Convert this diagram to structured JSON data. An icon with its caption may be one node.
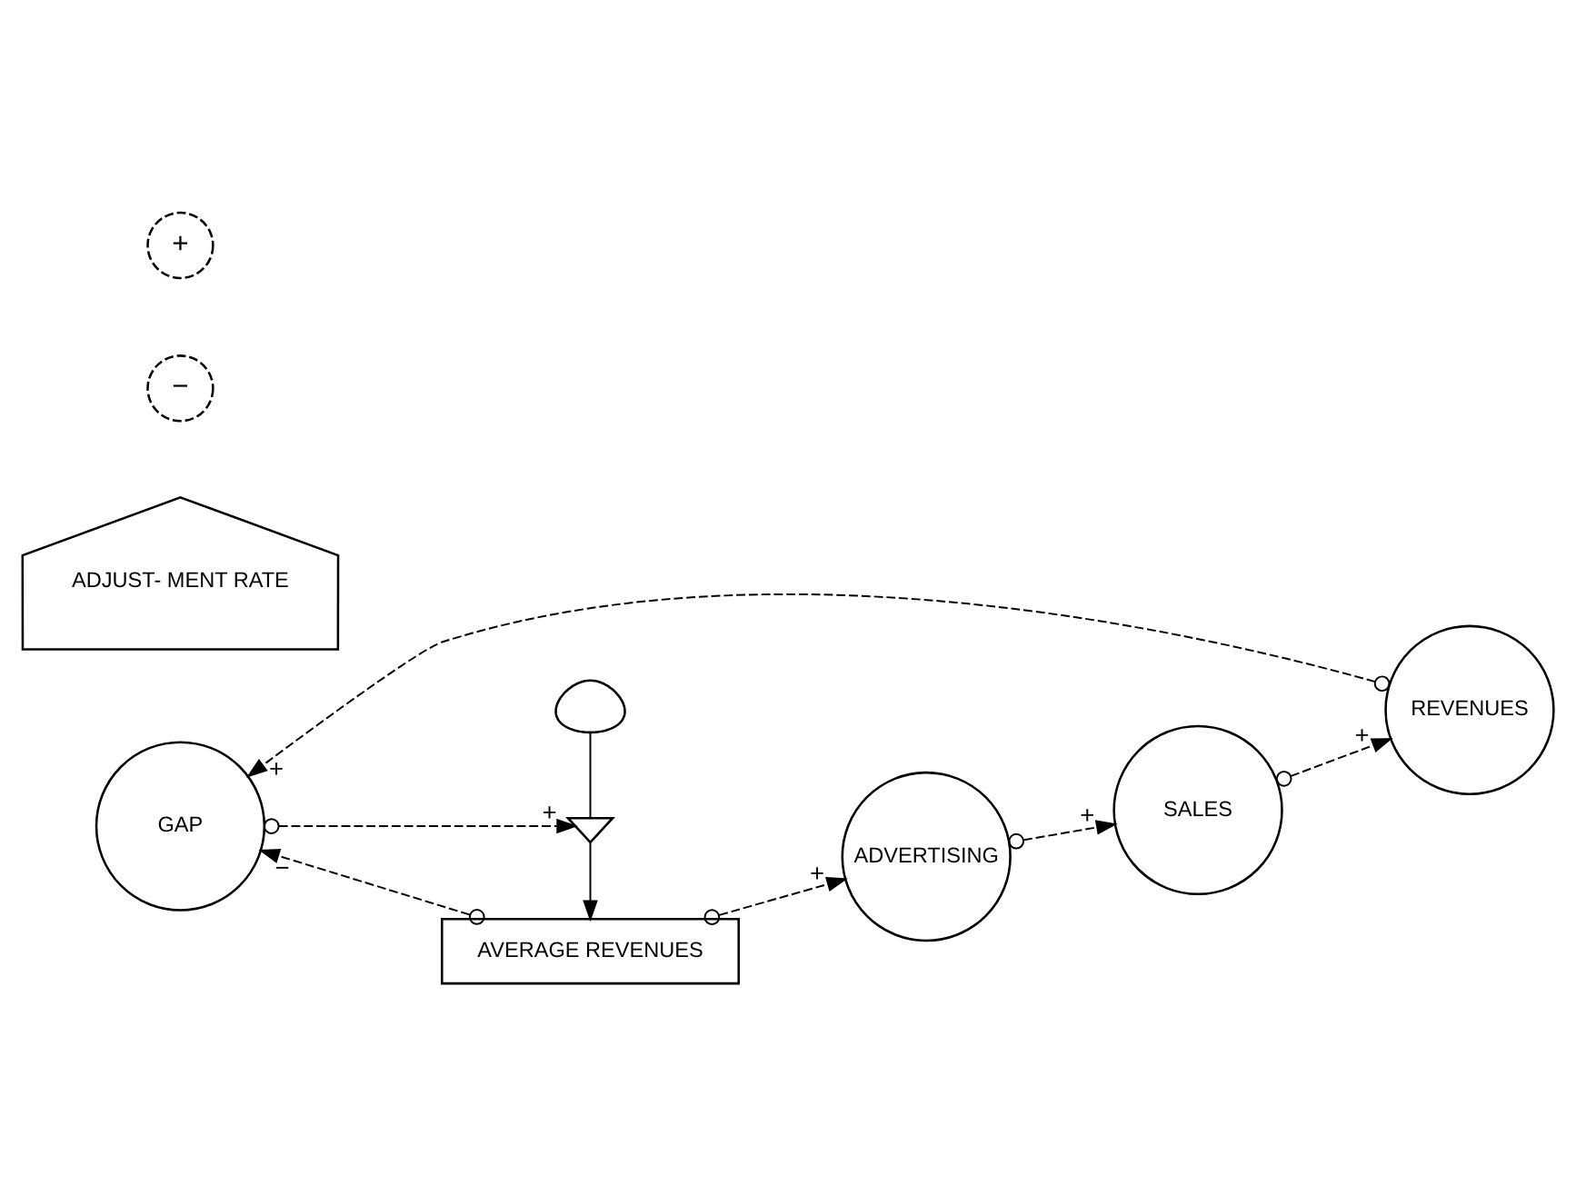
{
  "diagram": {
    "nodes": [
      {
        "text": [
          "GAP"
        ]
      },
      {
        "text": [
          "REVENUES"
        ]
      },
      {
        "text": [],
        "shape": "cloud"
      },
      {
        "text": [],
        "shape": "valve"
      },
      {
        "text": [
          "AVERAGE REVENUES"
        ]
      },
      {
        "text": [
          "ADJUST- MENT RATE"
        ]
      },
      {
        "text": [
          "SALES"
        ]
      },
      {
        "text": [
          "ADVERTISING"
        ]
      }
    ],
    "edges": [
      {
        "from": 1,
        "to": 0,
        "arrow": "to",
        "label": "+",
        "style": "dashed"
      },
      {
        "from": 4,
        "to": 0,
        "arrow": "to",
        "label": "−",
        "style": "dashed"
      },
      {
        "from": 0,
        "to": 3,
        "arrow": "to",
        "label": "+",
        "style": "dashed"
      },
      {
        "from": 2,
        "to": 3,
        "arrow": "none"
      },
      {
        "from": 3,
        "to": 4,
        "arrow": "to"
      },
      {
        "from": 4,
        "to": 7,
        "arrow": "to",
        "label": "+",
        "style": "dashed"
      },
      {
        "from": 7,
        "to": 6,
        "arrow": "to",
        "label": "+",
        "style": "dashed"
      },
      {
        "from": 6,
        "to": 1,
        "arrow": "to",
        "label": "+",
        "style": "dashed"
      }
    ],
    "labels": [
      "−",
      "+"
    ]
  }
}
